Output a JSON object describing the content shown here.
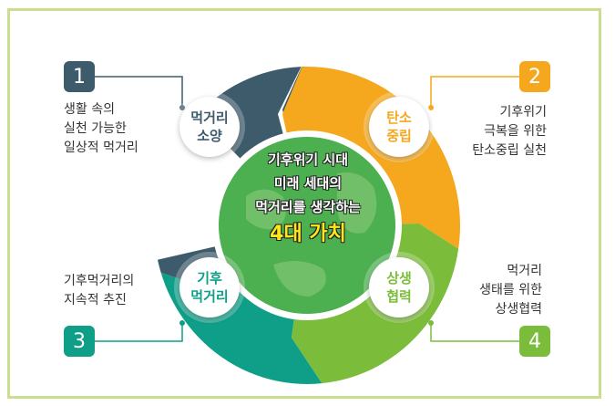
{
  "colors": {
    "q1": "#3e5b6c",
    "q2": "#f5a81e",
    "q3": "#0f9f88",
    "q4": "#7bbd3a",
    "frame": "#c9df8f",
    "center": "#4caf50",
    "highlight": "#ffe81a"
  },
  "center": {
    "line1": "기후위기 시대",
    "line2": "미래 세대의",
    "line3": "먹거리를 생각하는",
    "highlight": "4대 가치"
  },
  "items": [
    {
      "number": "1",
      "title": "먹거리\n소양",
      "desc": "생활 속의\n실천 가능한\n일상적 먹거리"
    },
    {
      "number": "2",
      "title": "탄소\n중립",
      "desc": "기후위기\n극복을 위한\n탄소중립 실천"
    },
    {
      "number": "3",
      "title": "기후\n먹거리",
      "desc": "기후먹거리의\n지속적 추진"
    },
    {
      "number": "4",
      "title": "상생\n협력",
      "desc": "먹거리\n생태를 위한\n상생협력"
    }
  ]
}
